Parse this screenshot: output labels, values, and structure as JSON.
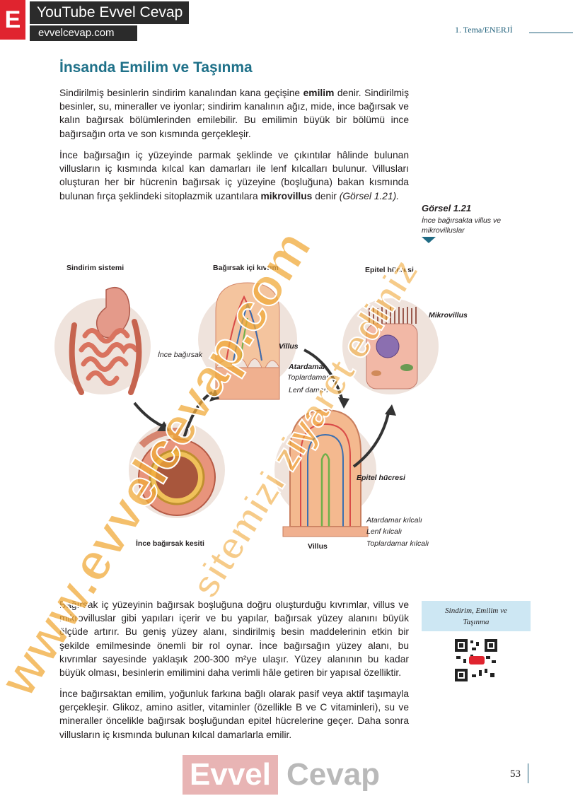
{
  "header": {
    "brand_letter": "E",
    "brand_title": "YouTube Evvel Cevap",
    "brand_url": "evvelcevap.com",
    "chapter": "1. Tema/ENERJİ"
  },
  "section_title": "İnsanda Emilim ve Taşınma",
  "paragraphs": {
    "p1_a": "Sindirilmiş besinlerin sindirim kanalından kana geçişine ",
    "p1_bold": "emilim",
    "p1_b": " denir. Sindirilmiş besinler, su, mineraller ve iyonlar; sindirim kanalının ağız, mide, ince bağırsak ve kalın bağırsak bölümlerinden emilebilir. Bu emilimin büyük bir bölümü ince bağırsağın orta ve son kısmında gerçekleşir.",
    "p2_a": "İnce bağırsağın iç yüzeyinde parmak şeklinde ve çıkıntılar hâlinde bulunan villusların iç kısmında kılcal kan damarları ile lenf kılcalları bulunur. Villusları oluşturan her bir hücrenin bağırsak iç yüzeyine (boşluğuna) bakan kısmında bulunan fırça şeklindeki sitoplazmik uzantılara ",
    "p2_bold": "mikrovillus",
    "p2_b": " denir ",
    "p2_italic": "(Görsel 1.21).",
    "p3": "Bağırsak iç yüzeyinin bağırsak boşluğuna doğru oluşturduğu kıvrımlar, villus ve mikrovilluslar gibi yapıları içerir ve bu yapılar, bağırsak yüzey alanını büyük ölçüde artırır. Bu geniş yüzey alanı, sindirilmiş besin maddelerinin etkin bir şekilde emilmesinde önemli bir rol oynar. İnce bağırsağın yüzey alanı, bu kıvrımlar sayesinde yaklaşık 200-300 m²ye ulaşır. Yüzey alanının bu kadar büyük olması, besinlerin emilimini daha verimli hâle getiren bir yapısal özelliktir.",
    "p4": "İnce bağırsaktan emilim, yoğunluk farkına bağlı olarak pasif veya aktif taşımayla gerçekleşir. Glikoz, amino asitler, vitaminler (özellikle B ve C vitaminleri), su ve mineraller öncelikle bağırsak boşluğundan epitel hücrelerine geçer. Daha sonra villusların iç kısmında bulunan kılcal damarlarla emilir."
  },
  "figure": {
    "title": "Görsel 1.21",
    "desc": "İnce bağırsakta villus ve mikrovilluslar",
    "labels": {
      "sindirim_sistemi": "Sindirim sistemi",
      "ince_bagirsak": "İnce bağırsak",
      "bagirsak_ici_kivrim": "Bağırsak içi kıvrım",
      "villus": "Villus",
      "atardamar": "Atardamar",
      "toplardamar": "Toplardamar",
      "lenf_damari": "Lenf damarı",
      "epitel_hucresi_top": "Epitel hücresi",
      "mikrovillus": "Mikrovillus",
      "epitel_hucresi": "Epitel hücresi",
      "atardamar_kilcali": "Atardamar kılcalı",
      "lenf_kilcali": "Lenf kılcalı",
      "toplardamar_kilcali": "Toplardamar kılcalı",
      "ince_bagirsak_kesiti": "İnce bağırsak kesiti",
      "villus_bottom": "Villus"
    }
  },
  "side_box": {
    "line1": "Sindirim, Emilim ve",
    "line2": "Taşınma"
  },
  "page_number": "53",
  "bottom_brand": {
    "evvel": "Evvel",
    "cevap": "Cevap"
  },
  "watermarks": {
    "w1": "www.evvelcevap.com",
    "w2": "sitemizi ziyaret ediniz"
  },
  "colors": {
    "title_teal": "#1f7189",
    "brand_red": "#e0242f",
    "watermark_orange": "#f0a93a",
    "tissue_pink": "#e8a08e"
  }
}
